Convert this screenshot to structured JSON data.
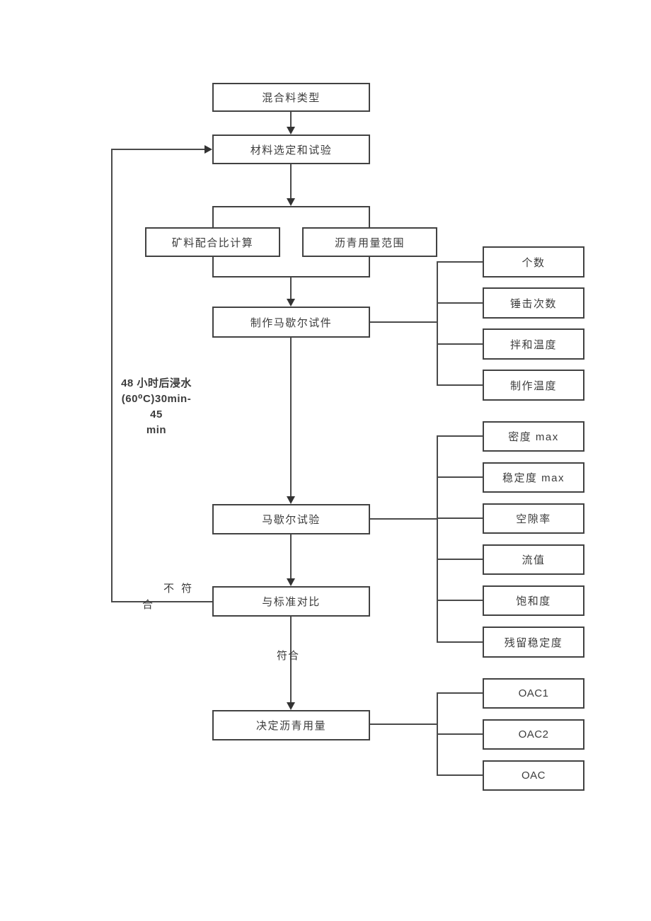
{
  "diagram": {
    "nodes": {
      "mix_type": "混合料类型",
      "material_select": "材料选定和试验",
      "aggregate_calc": "矿料配合比计算",
      "asphalt_range": "沥青用量范围",
      "make_specimen": "制作马歇尔试件",
      "marshall_test": "马歇尔试验",
      "compare_standard": "与标准对比",
      "decide_content": "决定沥青用量",
      "count": "个数",
      "hammer_times": "锤击次数",
      "mixing_temp": "拌和温度",
      "making_temp": "制作温度",
      "density_max": "密度 max",
      "stability_max": "稳定度 max",
      "void_ratio": "空隙率",
      "flow_value": "流值",
      "saturation": "饱和度",
      "residual_stability": "残留稳定度",
      "oac1": "OAC1",
      "oac2": "OAC2",
      "oac": "OAC"
    },
    "labels": {
      "soak_note_line1": "48 小时后浸水",
      "soak_note_line2": "(60⁰C)30min-45",
      "soak_note_line3": "min",
      "not_conform_line1": "不 符",
      "not_conform_line2": "合",
      "conform": "符合"
    },
    "colors": {
      "border": "#424242",
      "line": "#4a4a4a",
      "arrow": "#333333",
      "text": "#3c3c3c",
      "background": "#ffffff"
    }
  }
}
